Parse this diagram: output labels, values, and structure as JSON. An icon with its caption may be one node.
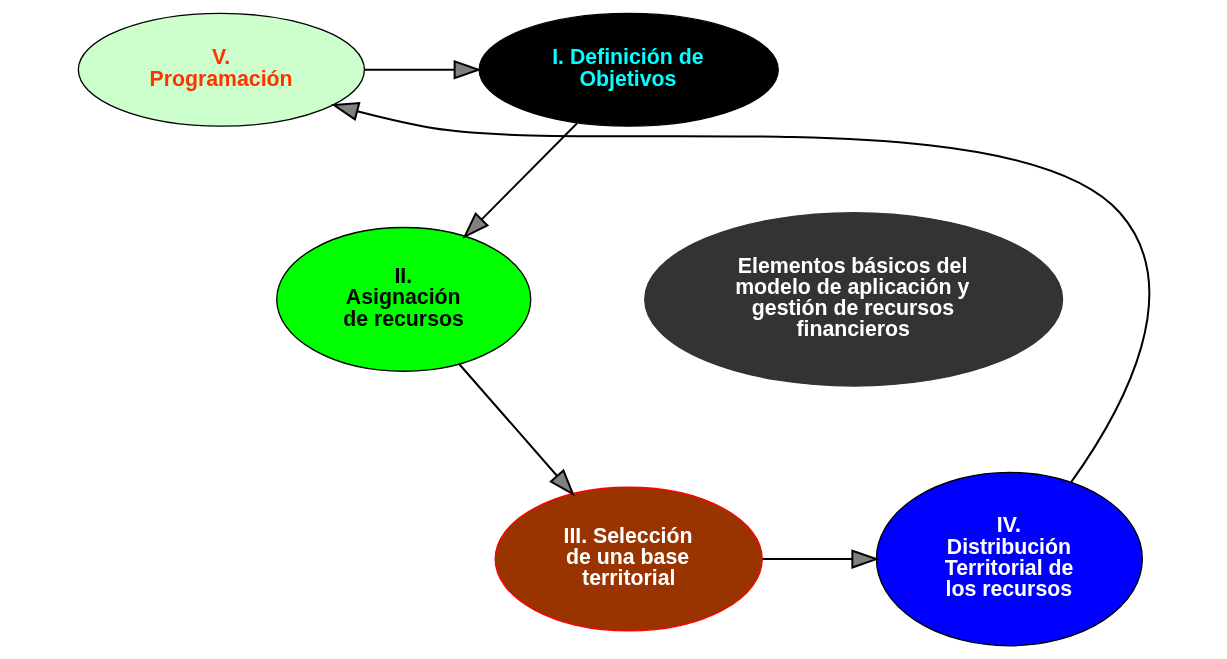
{
  "diagram": {
    "nodes": [
      {
        "text": [
          "I. Definición de Objetivos"
        ]
      },
      {
        "text": [
          "II. Asignación de recursos"
        ]
      },
      {
        "text": [
          "III. Selección de una base territorial"
        ]
      },
      {
        "text": [
          "IV. Distribución Territorial de los recursos"
        ]
      },
      {
        "text": [
          "V. Programación"
        ]
      },
      {
        "text": [
          "Elementos básicos del modelo de aplicación y gestión de recursos financieros"
        ]
      }
    ],
    "edges": [
      {
        "from": 4,
        "to": 0,
        "arrow": "to"
      },
      {
        "from": 0,
        "to": 1,
        "arrow": "to"
      },
      {
        "from": 1,
        "to": 2,
        "arrow": "to"
      },
      {
        "from": 2,
        "to": 3,
        "arrow": "to"
      },
      {
        "from": 3,
        "to": 4,
        "arrow": "to"
      }
    ]
  }
}
